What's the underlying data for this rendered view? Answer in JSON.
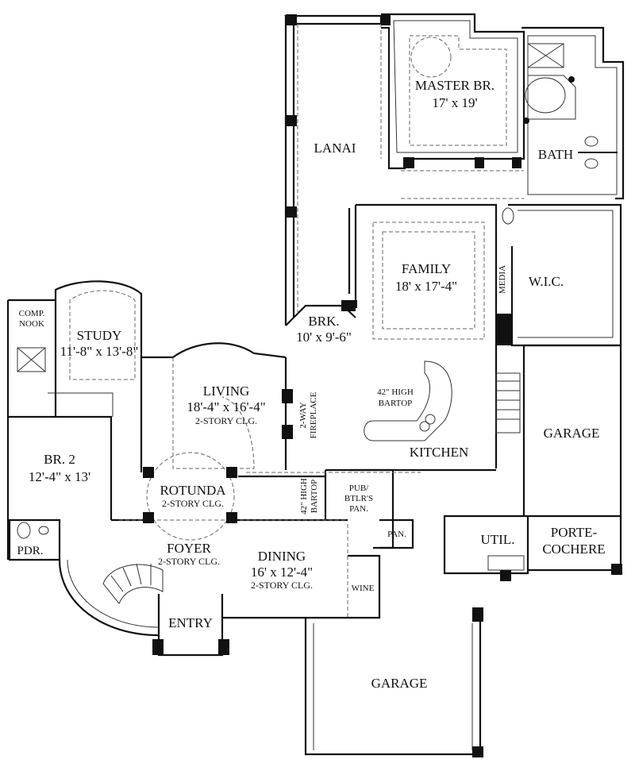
{
  "rooms": {
    "lanai": {
      "name": "LANAI"
    },
    "master": {
      "name": "MASTER BR.",
      "dims": "17' x 19'"
    },
    "bath": {
      "name": "BATH"
    },
    "family": {
      "name": "FAMILY",
      "dims": "18' x 17'-4\""
    },
    "media": {
      "name": "MEDIA"
    },
    "wic": {
      "name": "W.I.C."
    },
    "comp": {
      "line1": "COMP.",
      "line2": "NOOK"
    },
    "study": {
      "name": "STUDY",
      "dims": "11'-8\" x 13'-8\""
    },
    "brk": {
      "name": "BRK.",
      "dims": "10' x 9'-6\""
    },
    "living": {
      "name": "LIVING",
      "dims": "18'-4\" x 16'-4\"",
      "note": "2-STORY CLG."
    },
    "fireplace": {
      "line1": "2-WAY",
      "line2": "FIREPLACE"
    },
    "bartop_kitchen": {
      "line1": "42\" HIGH",
      "line2": "BARTOP"
    },
    "kitchen": {
      "name": "KITCHEN"
    },
    "garage_right": {
      "name": "GARAGE"
    },
    "br2": {
      "name": "BR. 2",
      "dims": "12'-4\" x 13'"
    },
    "rotunda": {
      "name": "ROTUNDA",
      "note": "2-STORY CLG."
    },
    "bartop_rotunda": {
      "line1": "42\" HIGH",
      "line2": "BARTOP"
    },
    "pub": {
      "line1": "PUB/",
      "line2": "BTLR'S",
      "line3": "PAN."
    },
    "pan": {
      "name": "PAN."
    },
    "util": {
      "name": "UTIL."
    },
    "porte": {
      "line1": "PORTE-",
      "line2": "COCHERE"
    },
    "pdr": {
      "name": "PDR."
    },
    "foyer": {
      "name": "FOYER",
      "note": "2-STORY CLG."
    },
    "dining": {
      "name": "DINING",
      "dims": "16' x 12'-4\"",
      "note": "2-STORY CLG."
    },
    "wine": {
      "name": "WINE"
    },
    "entry": {
      "name": "ENTRY"
    },
    "garage_bottom": {
      "name": "GARAGE"
    }
  }
}
